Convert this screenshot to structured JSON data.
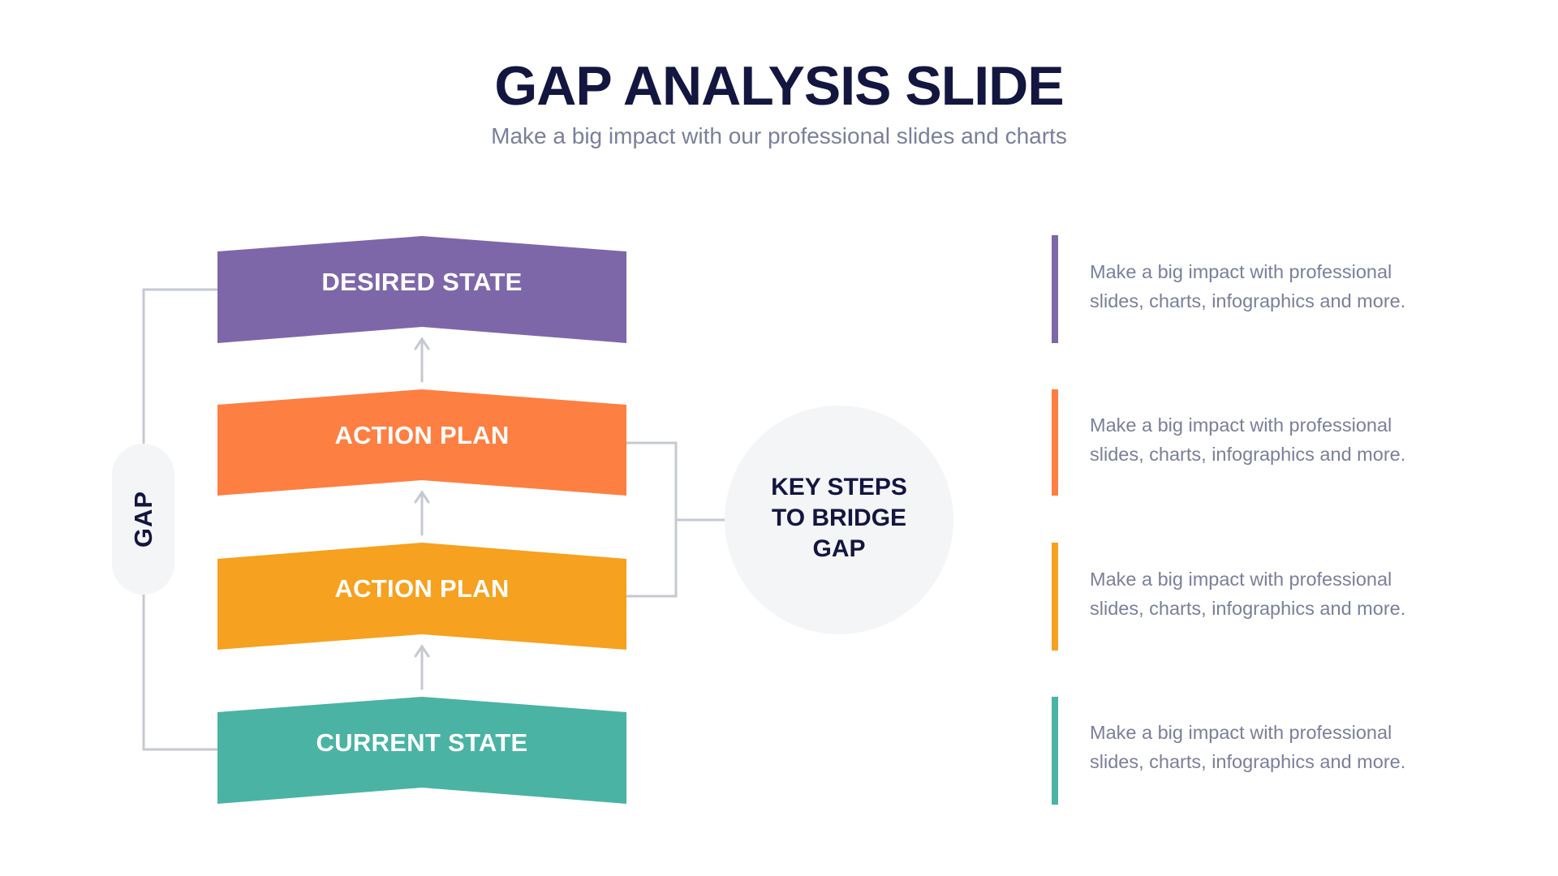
{
  "header": {
    "title": "GAP ANALYSIS SLIDE",
    "subtitle": "Make a big impact with our professional slides and charts"
  },
  "colors": {
    "desired": "#7d67a9",
    "action1": "#fe7f42",
    "action2": "#f6a11f",
    "current": "#4ab3a4",
    "navy": "#13163f",
    "connector": "#c5c9d0",
    "soft_bg": "#f4f5f7",
    "body_text": "#7a7f9a"
  },
  "stages": [
    {
      "label": "DESIRED STATE",
      "color": "#7d67a9"
    },
    {
      "label": "ACTION PLAN",
      "color": "#fe7f42"
    },
    {
      "label": "ACTION PLAN",
      "color": "#f6a11f"
    },
    {
      "label": "CURRENT STATE",
      "color": "#4ab3a4"
    }
  ],
  "gap": {
    "label": "GAP"
  },
  "key_steps": {
    "lines": [
      "KEY STEPS",
      "TO BRIDGE",
      "GAP"
    ]
  },
  "notes": [
    {
      "line1": "Make a big impact with professional",
      "line2": "slides, charts, infographics and more.",
      "color": "#7d67a9"
    },
    {
      "line1": "Make a big impact with professional",
      "line2": "slides, charts, infographics and more.",
      "color": "#fe7f42"
    },
    {
      "line1": "Make a big impact with professional",
      "line2": "slides, charts, infographics and more.",
      "color": "#f6a11f"
    },
    {
      "line1": "Make a big impact with professional",
      "line2": "slides, charts, infographics and more.",
      "color": "#4ab3a4"
    }
  ]
}
